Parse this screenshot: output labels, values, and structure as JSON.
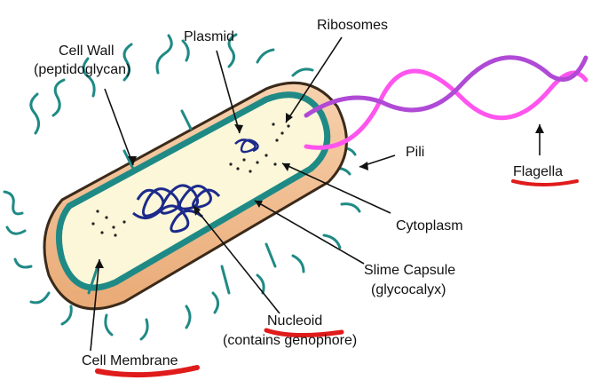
{
  "labels": {
    "cell_wall": "Cell Wall",
    "cell_wall_sub": "(peptidoglycan)",
    "plasmid": "Plasmid",
    "ribosomes": "Ribosomes",
    "pili": "Pili",
    "flagella": "Flagella",
    "cytoplasm": "Cytoplasm",
    "slime_capsule": "Slime Capsule",
    "slime_capsule_sub": "(glycocalyx)",
    "nucleoid": "Nucleoid",
    "nucleoid_sub": "(contains genophore)",
    "cell_membrane": "Cell Membrane"
  },
  "colors": {
    "capsule_fill": "#f4c49a",
    "capsule_outline": "#3a2a1a",
    "membrane": "#1f8a85",
    "cytoplasm": "#fbf7d8",
    "dna": "#1c2a8c",
    "flagellum_light": "#ff55ee",
    "flagellum_dark": "#b04ad6",
    "pili": "#1f8a85",
    "highlight": "#e01b1b"
  }
}
